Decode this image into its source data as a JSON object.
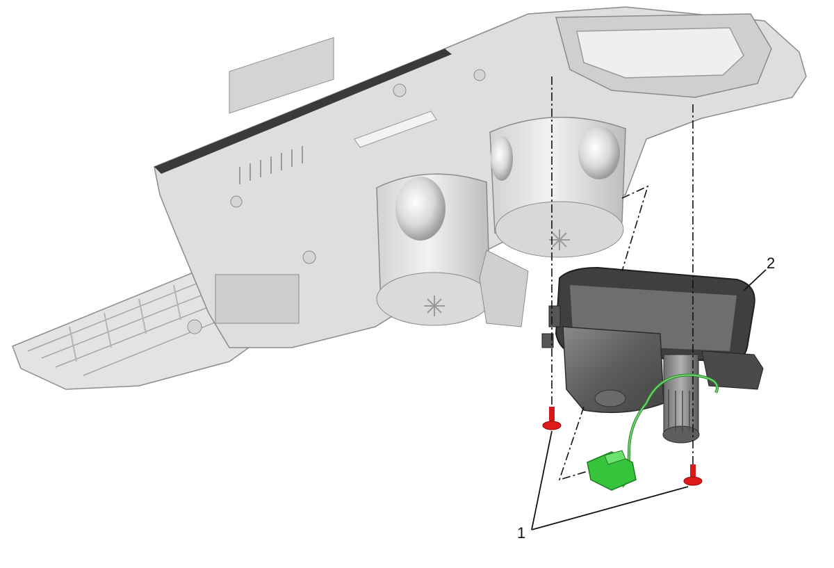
{
  "callouts": [
    {
      "id": "1",
      "label": "1"
    },
    {
      "id": "2",
      "label": "2"
    }
  ],
  "colors": {
    "background": "#ffffff",
    "console_light": "#e6e6e6",
    "console_mid": "#cfcfcf",
    "console_dark": "#a9a9a9",
    "module_dark": "#5a5a5a",
    "module_mid": "#777777",
    "fastener_red": "#e01a1a",
    "connector_green": "#35c43b",
    "wire_green": "#3aa83a",
    "leader": "#111111"
  }
}
